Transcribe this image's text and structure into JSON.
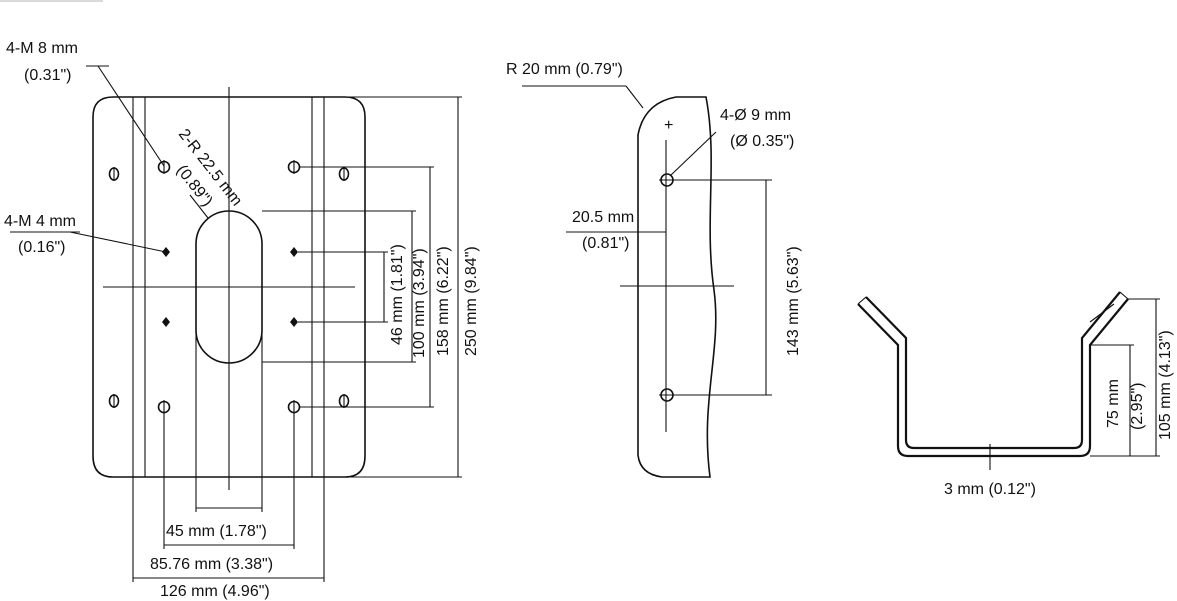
{
  "front_view": {
    "label_m8": [
      "4-M 8 mm",
      "(0.31\")"
    ],
    "label_r22": [
      "2-R 22.5 mm",
      "(0.89\")"
    ],
    "label_m4": [
      "4-M 4 mm",
      "(0.16\")"
    ],
    "dim_46": "46 mm (1.81\")",
    "dim_100": "100 mm (3.94\")",
    "dim_158": "158 mm (6.22\")",
    "dim_250": "250 mm (9.84\")",
    "dim_45": "45 mm (1.78\")",
    "dim_8576": "85.76 mm (3.38\")",
    "dim_126": "126 mm (4.96\")"
  },
  "side_view": {
    "label_r20": "R 20 mm (0.79\")",
    "label_d9": [
      "4-Ø 9 mm",
      "(Ø 0.35\")"
    ],
    "dim_205": [
      "20.5 mm",
      "(0.81\")"
    ],
    "dim_143": "143 mm (5.63\")"
  },
  "bracket_view": {
    "dim_3": "3 mm (0.12\")",
    "dim_75": [
      "75 mm",
      "(2.95\")"
    ],
    "dim_105": "105 mm (4.13\")"
  }
}
